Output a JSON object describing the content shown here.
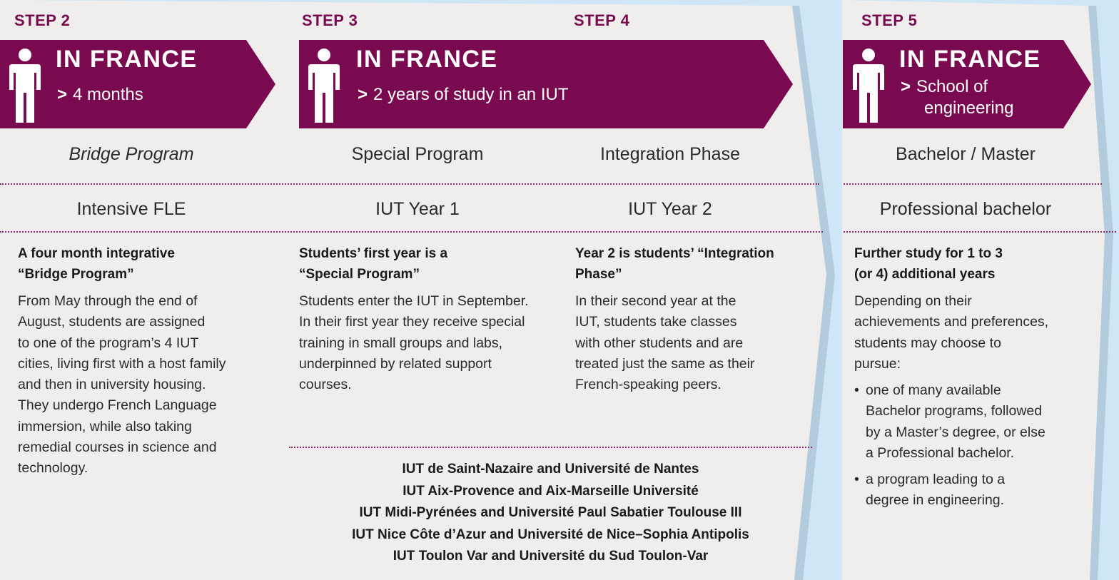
{
  "colors": {
    "background": "#cfe6f6",
    "panel": "#f0eeec",
    "banner": "#7a0a50",
    "accent_text": "#7a0a50",
    "dotted_rule": "#8a2a6a"
  },
  "steps": [
    {
      "label": "STEP 2"
    },
    {
      "label": "STEP 3"
    },
    {
      "label": "STEP 4"
    },
    {
      "label": "STEP 5"
    }
  ],
  "banners": [
    {
      "icon": "person-icon",
      "title": "IN FRANCE",
      "sub_marker": ">",
      "sub_lines": [
        "4 months"
      ]
    },
    {
      "icon": "person-icon",
      "title": "IN FRANCE",
      "sub_marker": ">",
      "sub_lines": [
        "2 years of study in an IUT"
      ]
    },
    {
      "icon": "person-icon",
      "title": "IN FRANCE",
      "sub_marker": ">",
      "sub_lines": [
        "School of",
        "engineering"
      ]
    }
  ],
  "program_titles": [
    "Bridge Program",
    "Special Program",
    "Integration Phase",
    "Bachelor / Master"
  ],
  "course_titles": [
    "Intensive FLE",
    "IUT Year 1",
    "IUT Year 2",
    "Professional bachelor"
  ],
  "columns": [
    {
      "heading": [
        "A four month integrative",
        "“Bridge Program”"
      ],
      "body": [
        "From May through the end of",
        "August, students are assigned",
        "to one of the program’s 4 IUT",
        "cities, living first with a host family",
        "and then in university housing.",
        "They undergo French Language",
        "immersion, while also taking",
        "remedial courses in science and",
        "technology."
      ]
    },
    {
      "heading": [
        "Students’ first year is a",
        "“Special Program”"
      ],
      "body": [
        "Students enter the IUT in September.",
        "In their first year they receive special",
        "training in small groups and labs,",
        "underpinned by related support",
        "courses."
      ]
    },
    {
      "heading": [
        "Year 2 is students’ “Integration",
        "Phase”"
      ],
      "body": [
        "In their second year at the",
        "IUT, students take classes",
        "with other students and are",
        "treated just the same as their",
        "French-speaking peers."
      ]
    },
    {
      "heading": [
        "Further study for 1 to 3",
        "(or 4) additional years"
      ],
      "body": [
        "Depending on their",
        "achievements and preferences,",
        "students may choose to",
        "pursue:"
      ],
      "bullets": [
        [
          "one of many available",
          "Bachelor programs, followed",
          "by a Master’s degree, or else",
          "a Professional bachelor."
        ],
        [
          "a program leading to a",
          "degree in engineering."
        ]
      ]
    }
  ],
  "universities": [
    "IUT de Saint-Nazaire and Université de Nantes",
    "IUT Aix-Provence and Aix-Marseille Université",
    "IUT Midi-Pyrénées and Université Paul Sabatier Toulouse III",
    "IUT Nice Côte d’Azur and Université de Nice–Sophia Antipolis",
    "IUT Toulon Var and Université du Sud Toulon-Var"
  ]
}
